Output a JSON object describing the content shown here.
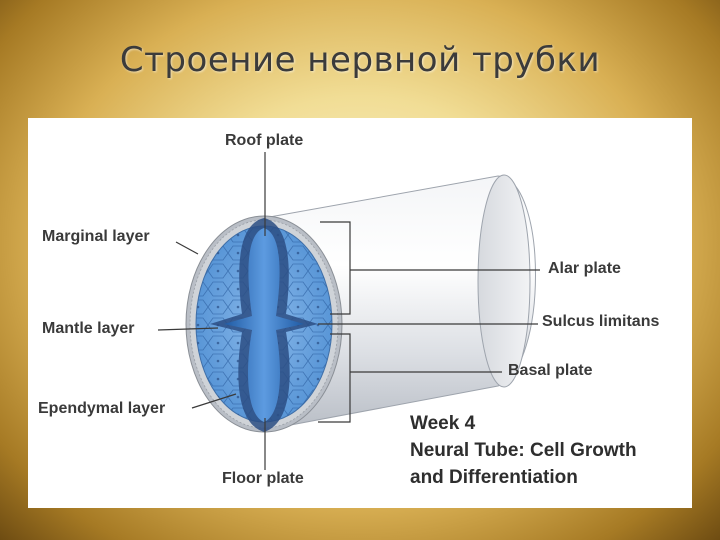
{
  "slide": {
    "title": "Строение нервной трубки"
  },
  "diagram": {
    "labels": {
      "roof_plate": "Roof plate",
      "marginal_layer": "Marginal layer",
      "mantle_layer": "Mantle layer",
      "ependymal_layer": "Ependymal layer",
      "floor_plate": "Floor plate",
      "alar_plate": "Alar plate",
      "sulcus_limitans": "Sulcus limitans",
      "basal_plate": "Basal plate"
    },
    "caption": {
      "line1": "Week 4",
      "line2": "Neural Tube: Cell Growth",
      "line3": "and Differentiation"
    }
  },
  "colors": {
    "tissue_blue": "#5b9bd8",
    "lumen_blue": "#2f6db5",
    "tube_gray": "#e4e6ea",
    "border_gold": "#c9a24a"
  }
}
